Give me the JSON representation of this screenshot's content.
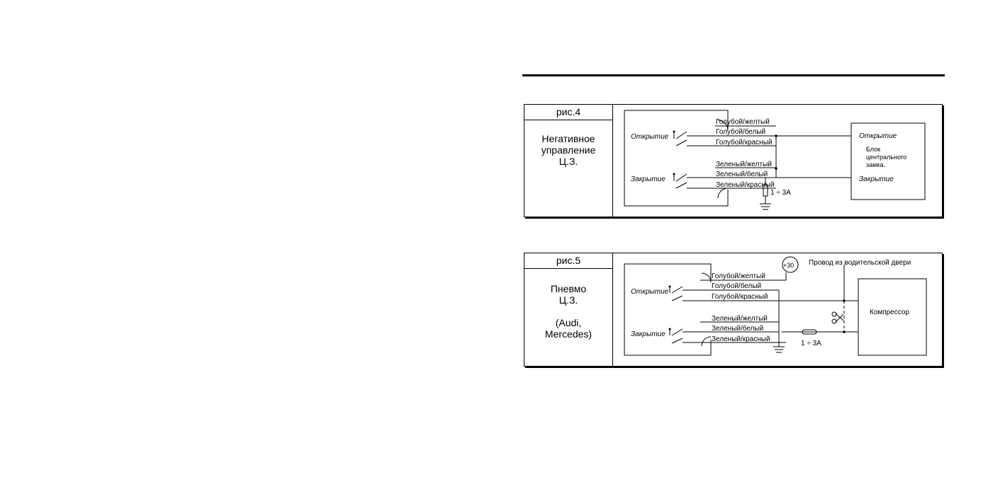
{
  "figures": [
    {
      "label": "рис.4",
      "description": "Негативное\nуправление\nЦ.З.",
      "opening": "Открытие",
      "closing": "Закрытие",
      "wires": [
        "Голубой/желтый",
        "Голубой/белый",
        "Голубой/красный",
        "Зеленый/желтый",
        "Зеленый/белый",
        "Зеленый/красный"
      ],
      "fuse": "1 ÷ 3A",
      "unit": {
        "opening": "Открытие",
        "name_lines": [
          "Блок",
          "центрального",
          "замка."
        ],
        "closing": "Закрытие"
      }
    },
    {
      "label": "рис.5",
      "description": "Пневмо\nЦ.З.\n\n(Audi,\nMercedes)",
      "opening": "Открытие",
      "closing": "Закрытие",
      "wires": [
        "Голубой/желтый",
        "Голубой/белый",
        "Голубой/красный",
        "Зеленый/желтый",
        "Зеленый/белый",
        "Зеленый/красный"
      ],
      "fuse": "1 ÷ 3A",
      "supply": "+30",
      "door_wire": "Провод из водительской двери",
      "compressor": "Компрессор"
    }
  ]
}
